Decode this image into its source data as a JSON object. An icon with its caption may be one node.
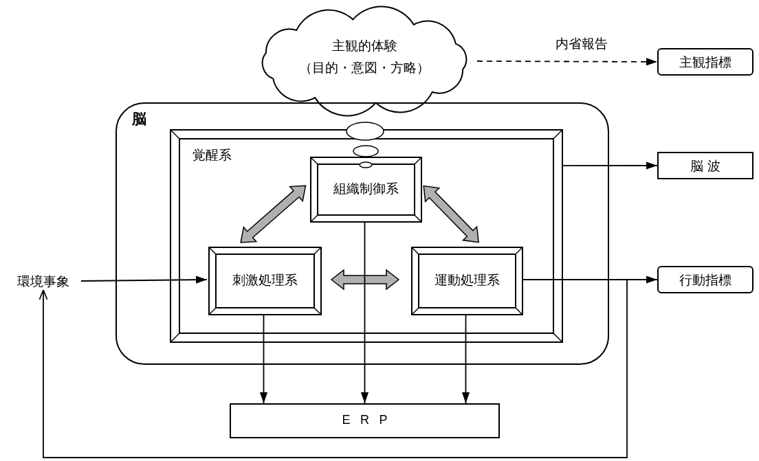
{
  "diagram": {
    "nodes": [
      {
        "text": [
          "主観的体験",
          "（目的・意図・方略）"
        ]
      },
      {
        "text": [
          "主観指標"
        ]
      },
      {
        "text": [
          "脳"
        ]
      },
      {
        "text": [
          "覚醒系"
        ],
        "in": 2
      },
      {
        "text": [
          "組織制御系"
        ],
        "in": 3
      },
      {
        "text": [
          "刺激処理系"
        ],
        "in": 3
      },
      {
        "text": [
          "運動処理系"
        ],
        "in": 3
      },
      {
        "text": [
          "脳 波"
        ]
      },
      {
        "text": [
          "環境事象"
        ]
      },
      {
        "text": [
          "行動指標"
        ]
      },
      {
        "text": [
          "ERP"
        ]
      }
    ],
    "edges": [
      {
        "from": 0,
        "to": 1,
        "arrow": "to",
        "style": "dashed",
        "label": "内省報告"
      },
      {
        "from": 4,
        "to": 5,
        "arrow": "both",
        "style": "thick",
        "color": "#b0b0b0"
      },
      {
        "from": 4,
        "to": 6,
        "arrow": "both",
        "style": "thick",
        "color": "#b0b0b0"
      },
      {
        "from": 5,
        "to": 6,
        "arrow": "both",
        "style": "thick",
        "color": "#b0b0b0"
      },
      {
        "from": 8,
        "to": 5,
        "arrow": "to"
      },
      {
        "from": 3,
        "to": 7,
        "arrow": "to"
      },
      {
        "from": 6,
        "to": 9,
        "arrow": "to"
      },
      {
        "from": 5,
        "to": 10,
        "arrow": "to"
      },
      {
        "from": 4,
        "to": 10,
        "arrow": "to"
      },
      {
        "from": 6,
        "to": 10,
        "arrow": "to"
      },
      {
        "from": 6,
        "to": 8,
        "arrow": "to"
      }
    ]
  }
}
